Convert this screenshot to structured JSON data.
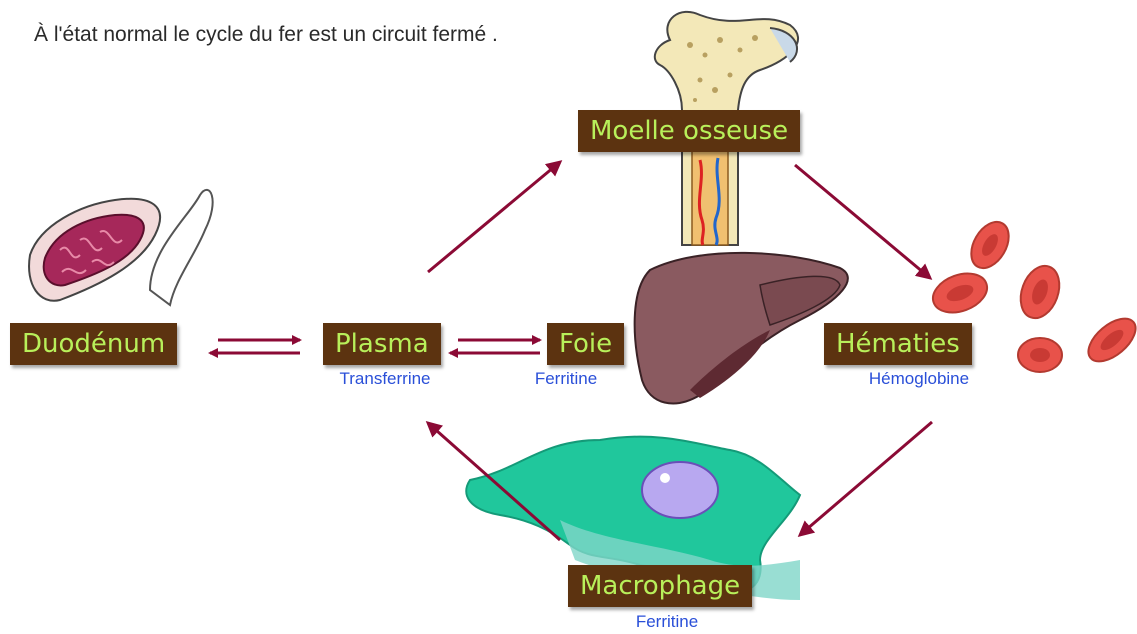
{
  "intro_text": "À l'état normal le cycle du fer est un circuit fermé .",
  "nodes": {
    "duodenum": {
      "label": "Duodénum",
      "sub": ""
    },
    "plasma": {
      "label": "Plasma",
      "sub": "Transferrine"
    },
    "foie": {
      "label": "Foie",
      "sub": "Ferritine"
    },
    "moelle": {
      "label": "Moelle osseuse",
      "sub": ""
    },
    "hematies": {
      "label": "Hématies",
      "sub": "Hémoglobine"
    },
    "macrophage": {
      "label": "Macrophage",
      "sub": "Ferritine"
    }
  },
  "colors": {
    "label_bg": "#5c3310",
    "label_text": "#b8f05a",
    "arrow": "#8b0a35",
    "sub_text": "#2a4fd8"
  }
}
